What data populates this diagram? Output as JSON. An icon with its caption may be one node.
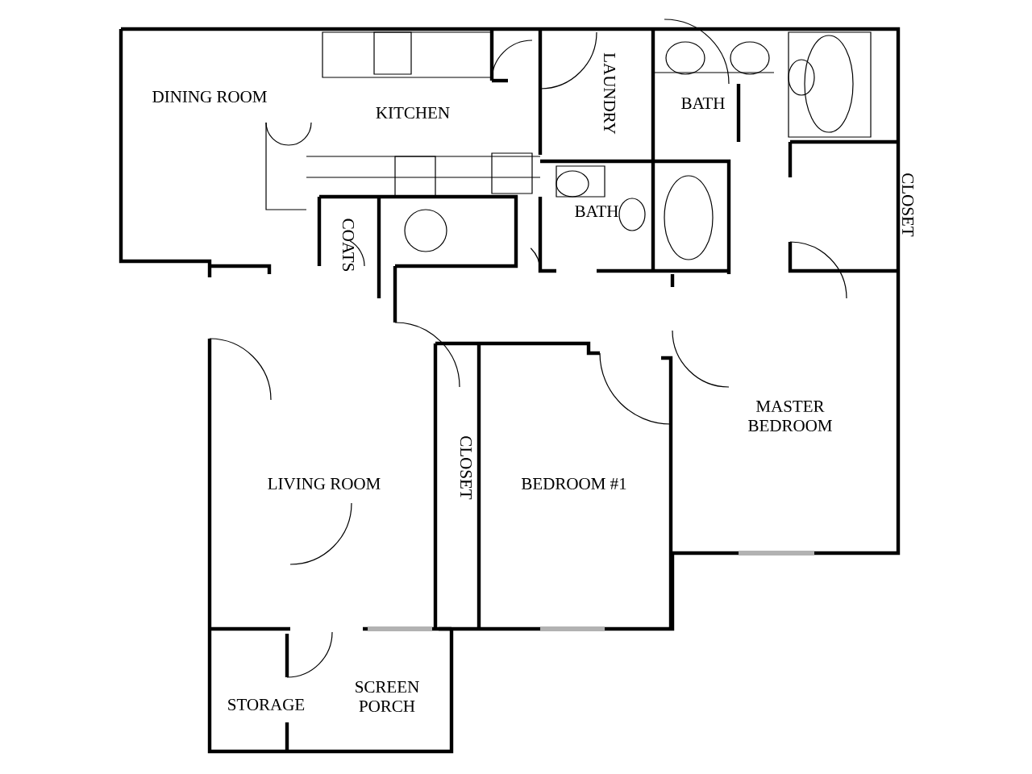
{
  "diagram": {
    "labels": [
      "DINING ROOM",
      "KITCHEN",
      "LAUNDRY",
      "BATH",
      "CLOSET",
      "COATS",
      "BATH",
      "LIVING ROOM",
      "BEDROOM #1",
      "CLOSET",
      "MASTER BEDROOM",
      "STORAGE",
      "SCREEN PORCH"
    ]
  }
}
